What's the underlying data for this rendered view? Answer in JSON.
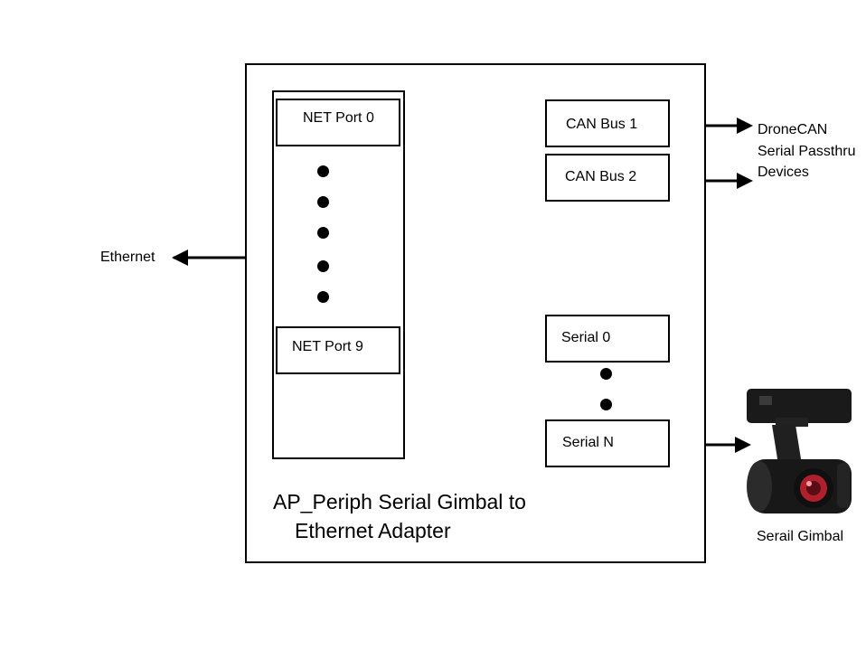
{
  "adapter": {
    "title_line1": "AP_Periph Serial Gimbal to",
    "title_line2": "Ethernet Adapter"
  },
  "net_ports": {
    "first": "NET Port 0",
    "last": "NET Port 9"
  },
  "can_buses": [
    "CAN Bus 1",
    "CAN Bus 2"
  ],
  "serial_ports": {
    "first": "Serial 0",
    "last": "Serial N"
  },
  "external": {
    "ethernet": "Ethernet",
    "dronecan_lines": [
      "DroneCAN",
      "Serial Passthru",
      "Devices"
    ],
    "gimbal": "Serail Gimbal"
  },
  "colors": {
    "link": "#000000",
    "passthru_link": "#5b16f0",
    "gimbal_lens": "#b0202c"
  },
  "icons": {
    "gimbal": "gimbal-camera-icon"
  }
}
